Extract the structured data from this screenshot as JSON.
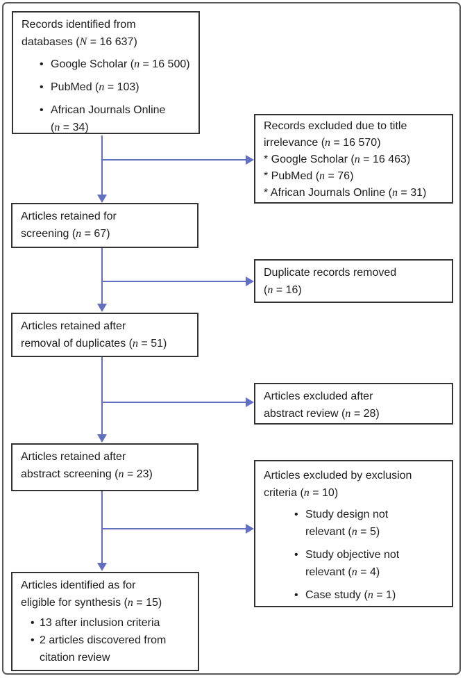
{
  "colors": {
    "arrow": "#6370c2",
    "box-border": "#333333",
    "frame-border": "#575757",
    "text": "#1c1c1c",
    "bg": "#ffffff"
  },
  "glyphs": {
    "bullet": "•"
  },
  "flowchart": {
    "identification": {
      "lines": [
        "Records identified from",
        "databases (N = 16 637)"
      ],
      "bullets": [
        [
          "Google Scholar (n = 16 500)"
        ],
        [
          "PubMed (n = 103)"
        ],
        [
          "African Journals Online",
          "(n = 34)"
        ]
      ]
    },
    "title_exclusion": {
      "lines": [
        "Records excluded due to title",
        "irrelevance (n =  16 570)"
      ],
      "items": [
        "* Google Scholar (n = 16 463)",
        "* PubMed (n = 76)",
        "* African Journals Online (n = 31)"
      ]
    },
    "screening": {
      "lines": [
        "Articles retained for",
        "screening (n = 67)"
      ]
    },
    "duplicates_removed": {
      "lines": [
        "Duplicate records removed",
        "(n = 16)"
      ]
    },
    "after_duplicates": {
      "lines": [
        "Articles retained after",
        "removal of duplicates (n = 51)"
      ]
    },
    "abstract_excluded": {
      "lines": [
        "Articles excluded after",
        "abstract review (n = 28)"
      ]
    },
    "after_abstract": {
      "lines": [
        "Articles retained after",
        "abstract screening (n = 23)"
      ]
    },
    "criteria_excluded": {
      "lines": [
        "Articles excluded by exclusion",
        "criteria (n = 10)"
      ],
      "bullets": [
        [
          "Study design not",
          "relevant (n = 5)"
        ],
        [
          "Study objective not",
          "relevant (n = 4)"
        ],
        [
          "Case study (n = 1)"
        ]
      ]
    },
    "eligible": {
      "lines": [
        "Articles identified as for",
        "eligible for synthesis (n = 15)"
      ],
      "bullets": [
        [
          "13 after inclusion criteria"
        ],
        [
          "2 articles discovered from",
          "citation review"
        ]
      ]
    }
  }
}
